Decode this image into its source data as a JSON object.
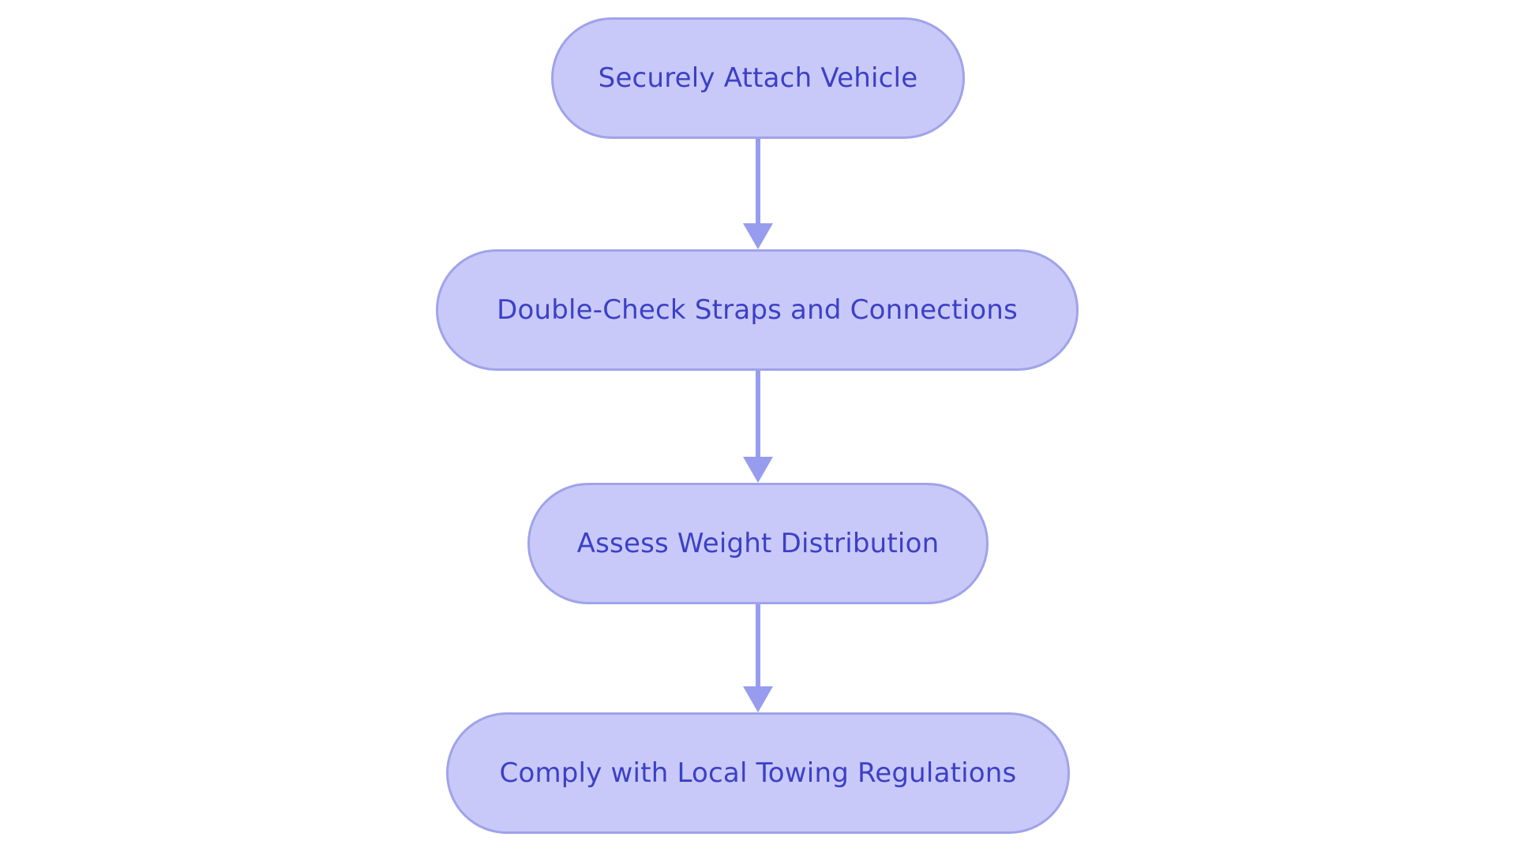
{
  "diagram": {
    "type": "flowchart",
    "direction": "top-down",
    "nodes": [
      {
        "id": "step-1",
        "label": "Securely Attach Vehicle",
        "shape": "stadium"
      },
      {
        "id": "step-2",
        "label": "Double-Check Straps and Connections",
        "shape": "stadium"
      },
      {
        "id": "step-3",
        "label": "Assess Weight Distribution",
        "shape": "stadium"
      },
      {
        "id": "step-4",
        "label": "Comply with Local Towing Regulations",
        "shape": "stadium"
      }
    ],
    "edges": [
      {
        "from": "step-1",
        "to": "step-2",
        "style": "arrow-down"
      },
      {
        "from": "step-2",
        "to": "step-3",
        "style": "arrow-down"
      },
      {
        "from": "step-3",
        "to": "step-4",
        "style": "arrow-down"
      }
    ]
  },
  "colors": {
    "background": "#ffffff",
    "node_fill": "#c8c9f8",
    "node_border": "#9fa3e9",
    "node_text": "#3c40c6",
    "arrow": "#979cef"
  }
}
